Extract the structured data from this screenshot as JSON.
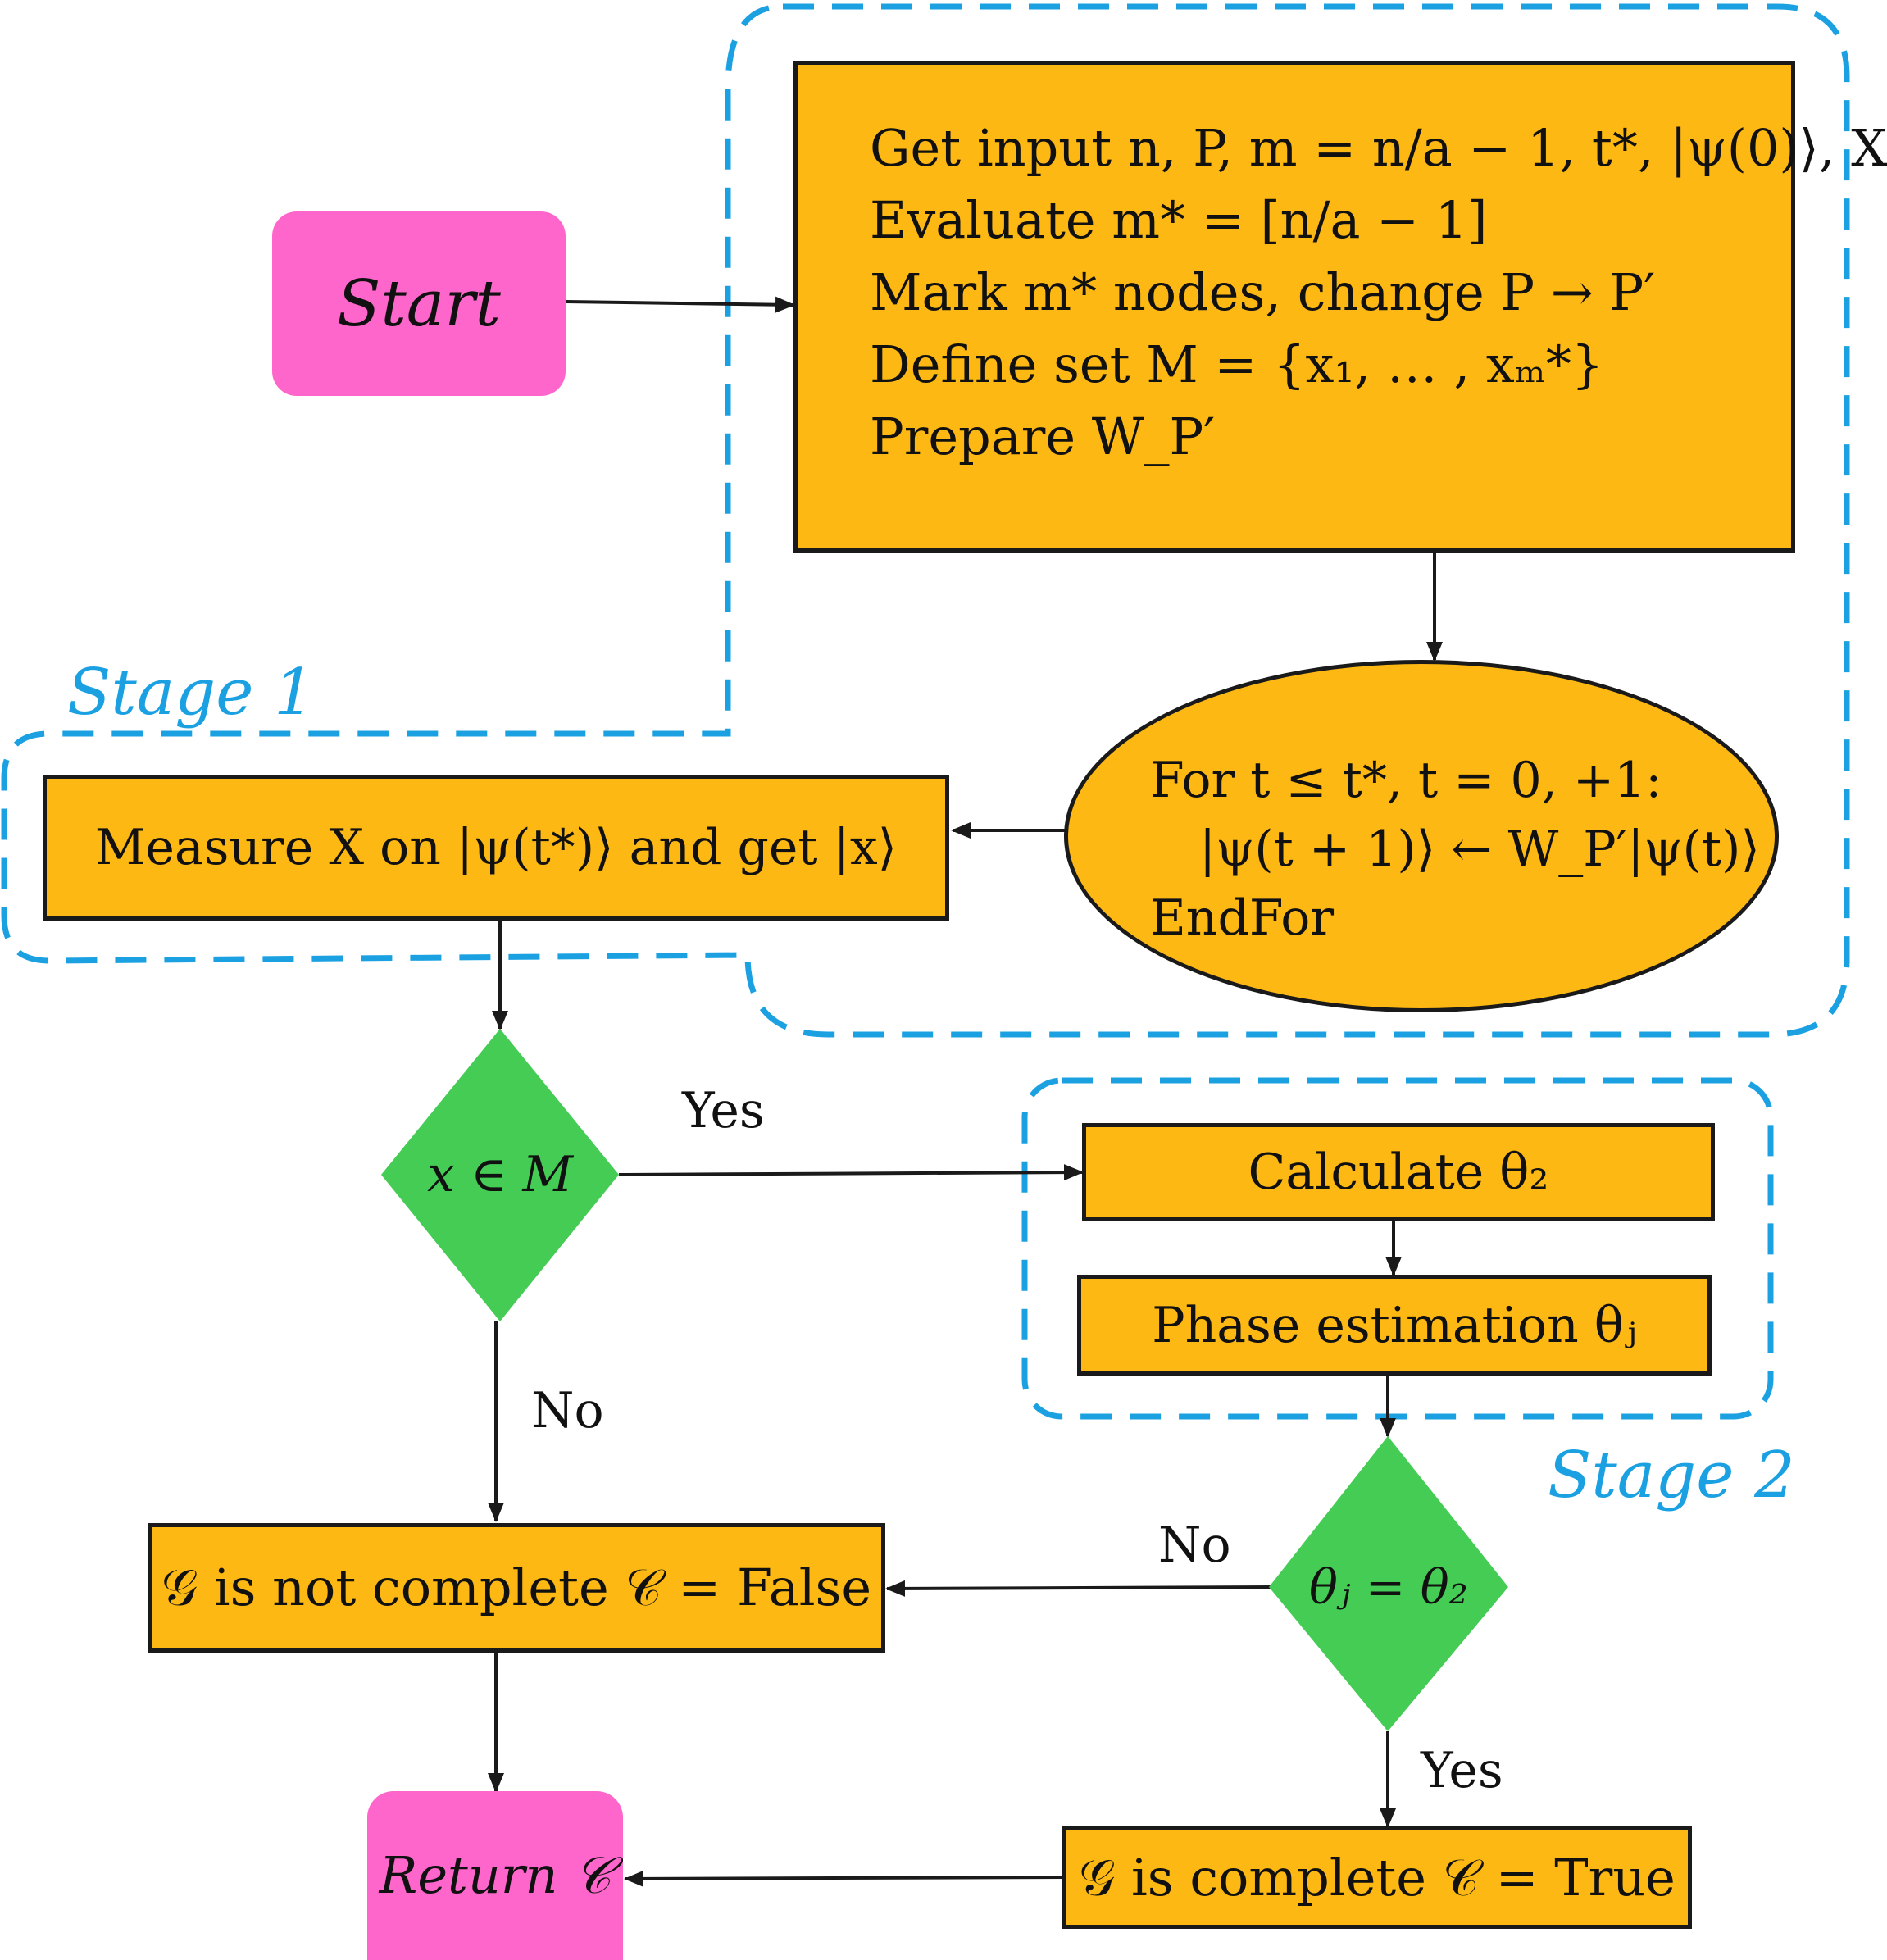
{
  "stages": {
    "stage1": "Stage 1",
    "stage2": "Stage 2"
  },
  "nodes": {
    "start": "Start",
    "init": {
      "lines": [
        "Get input n, P, m = n/a − 1, t*, |ψ(0)⟩, X",
        "Evaluate m* = [n/a − 1]",
        "Mark m* nodes, change P → P′",
        "Define set M = {x₁, … , xₘ*}",
        "Prepare W_P′"
      ]
    },
    "loop": {
      "lines": [
        "For t ≤ t*, t = 0, +1:",
        "|ψ(t + 1)⟩ ← W_P′|ψ(t)⟩",
        "EndFor"
      ]
    },
    "measure": "Measure X on |ψ(t*)⟩ and get |x⟩",
    "decision1": "x ∈ M",
    "calc_theta2": "Calculate θ₂",
    "phase_est": "Phase estimation θⱼ",
    "decision2": "θⱼ = θ₂",
    "not_complete": "𝒢 is not complete 𝒞 = False",
    "complete": "𝒢 is complete 𝒞 = True",
    "return": "Return 𝒞"
  },
  "edge_labels": {
    "d1_yes": "Yes",
    "d1_no": "No",
    "d2_no": "No",
    "d2_yes": "Yes"
  },
  "colors": {
    "process": "#FDB813",
    "terminal": "#FF66CC",
    "decision": "#44CC55",
    "stage_outline": "#1BA1E2",
    "stroke": "#1a1a1a"
  }
}
